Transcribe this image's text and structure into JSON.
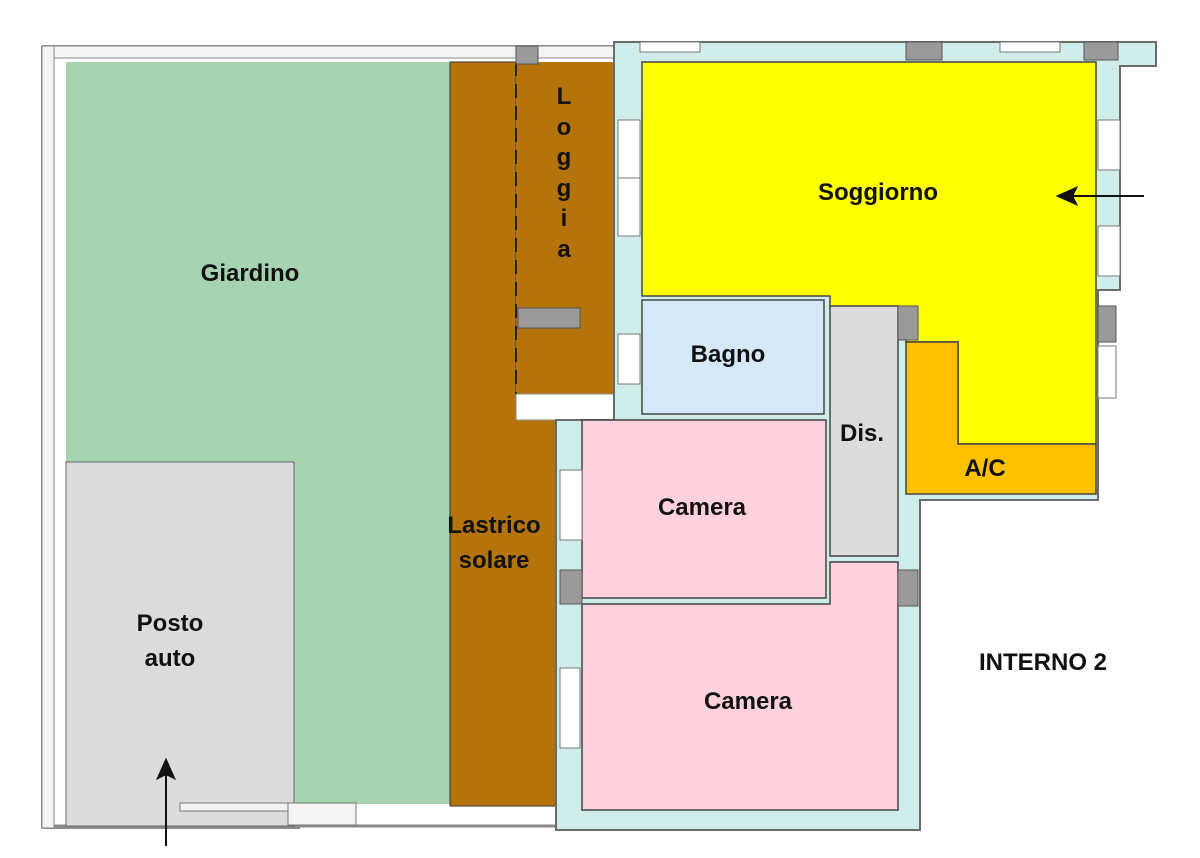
{
  "rooms": {
    "giardino": "Giardino",
    "posto_auto": "Posto\nauto",
    "lastrico_solare": "Lastrico\nsolare",
    "loggia": [
      "L",
      "o",
      "g",
      "g",
      "i",
      "a"
    ],
    "soggiorno": "Soggiorno",
    "bagno": "Bagno",
    "disimpegno": "Dis.",
    "ac": "A/C",
    "camera_1": "Camera",
    "camera_2": "Camera"
  },
  "unit_label": "INTERNO 2",
  "colors": {
    "giardino": "#a6d4b0",
    "posto_auto": "#dcdcdc",
    "lastrico_solare": "#b5730b",
    "soggiorno": "#ffff00",
    "ac": "#ffc100",
    "bagno": "#d6e9f9",
    "disimpegno": "#dcdcdc",
    "camera": "#ffd1dc",
    "wall": "#cfeeea",
    "wall_outline": "#6b6b6b"
  }
}
